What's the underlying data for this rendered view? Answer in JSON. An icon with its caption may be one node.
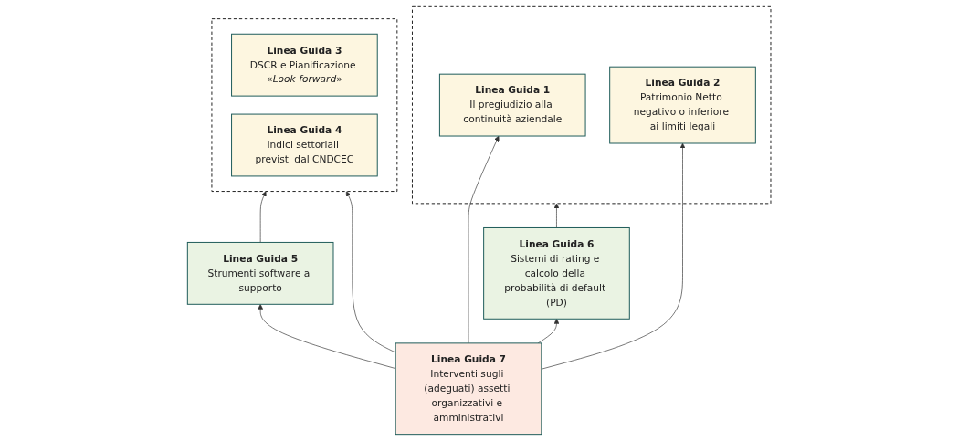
{
  "diagram": {
    "nodes": [
      {
        "text": [
          "Linea Guida 6",
          "Sistemi di rating e calcolo della probabilità di default (PD)"
        ]
      },
      {
        "text": [],
        "shape": "box"
      },
      {
        "text": [
          "Linea Guida 1",
          "Il pregiudizio alla continuità aziendale"
        ],
        "in": 1
      },
      {
        "text": [
          "Linea Guida 2",
          "Patrimonio Netto negativo o inferiore ai limiti legali"
        ],
        "in": 1
      },
      {
        "text": [],
        "shape": "box"
      },
      {
        "text": [
          "Linea Guida 3",
          "DSCR e Pianificazione «*Look forward*»"
        ],
        "in": 4
      },
      {
        "text": [
          "Linea Guida 4",
          "Indici settoriali previsti dal CNDCEC"
        ],
        "in": 4
      },
      {
        "text": [
          "Linea Guida 5",
          "Strumenti software a supporto"
        ]
      },
      {
        "text": [
          "Linea Guida 7",
          "Interventi sugli (adeguati) assetti organizzativi e amministrativi"
        ]
      }
    ],
    "edges": [
      {
        "from": 0,
        "to": 1,
        "arrow": "to"
      },
      {
        "from": 7,
        "to": 4,
        "arrow": "to"
      },
      {
        "from": 8,
        "to": 0,
        "arrow": "to"
      },
      {
        "from": 8,
        "to": 2,
        "arrow": "to"
      },
      {
        "from": 8,
        "to": 3,
        "arrow": "to"
      },
      {
        "from": 8,
        "to": 4,
        "arrow": "to"
      },
      {
        "from": 8,
        "to": 7,
        "arrow": "to"
      }
    ]
  }
}
